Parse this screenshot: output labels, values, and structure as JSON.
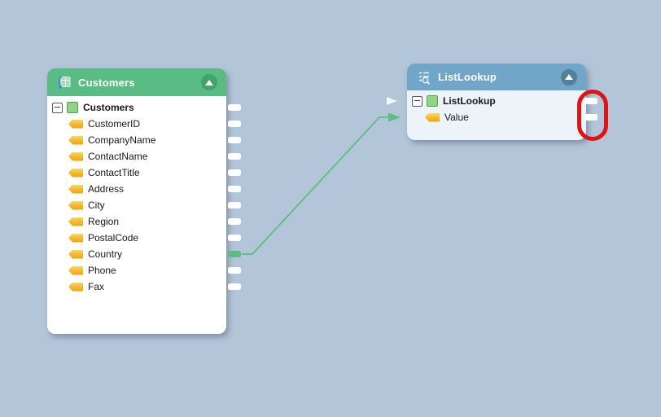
{
  "canvas": {
    "background_color": "#b3c5d8"
  },
  "customers": {
    "title": "Customers",
    "header_color": "#5abc85",
    "root_label": "Customers",
    "fields": [
      "CustomerID",
      "CompanyName",
      "ContactName",
      "ContactTitle",
      "Address",
      "City",
      "Region",
      "PostalCode",
      "Country",
      "Phone",
      "Fax"
    ],
    "connected_field": "Country"
  },
  "listlookup": {
    "title": "ListLookup",
    "header_color": "#6fa6ca",
    "root_label": "ListLookup",
    "fields": [
      "Value"
    ]
  },
  "connection": {
    "from": "Customers.Country",
    "to": "ListLookup.Value",
    "color": "#5cbc83"
  },
  "annotation": {
    "type": "red-ellipse-highlight",
    "color": "#de1417",
    "target": "ListLookup output connectors"
  }
}
